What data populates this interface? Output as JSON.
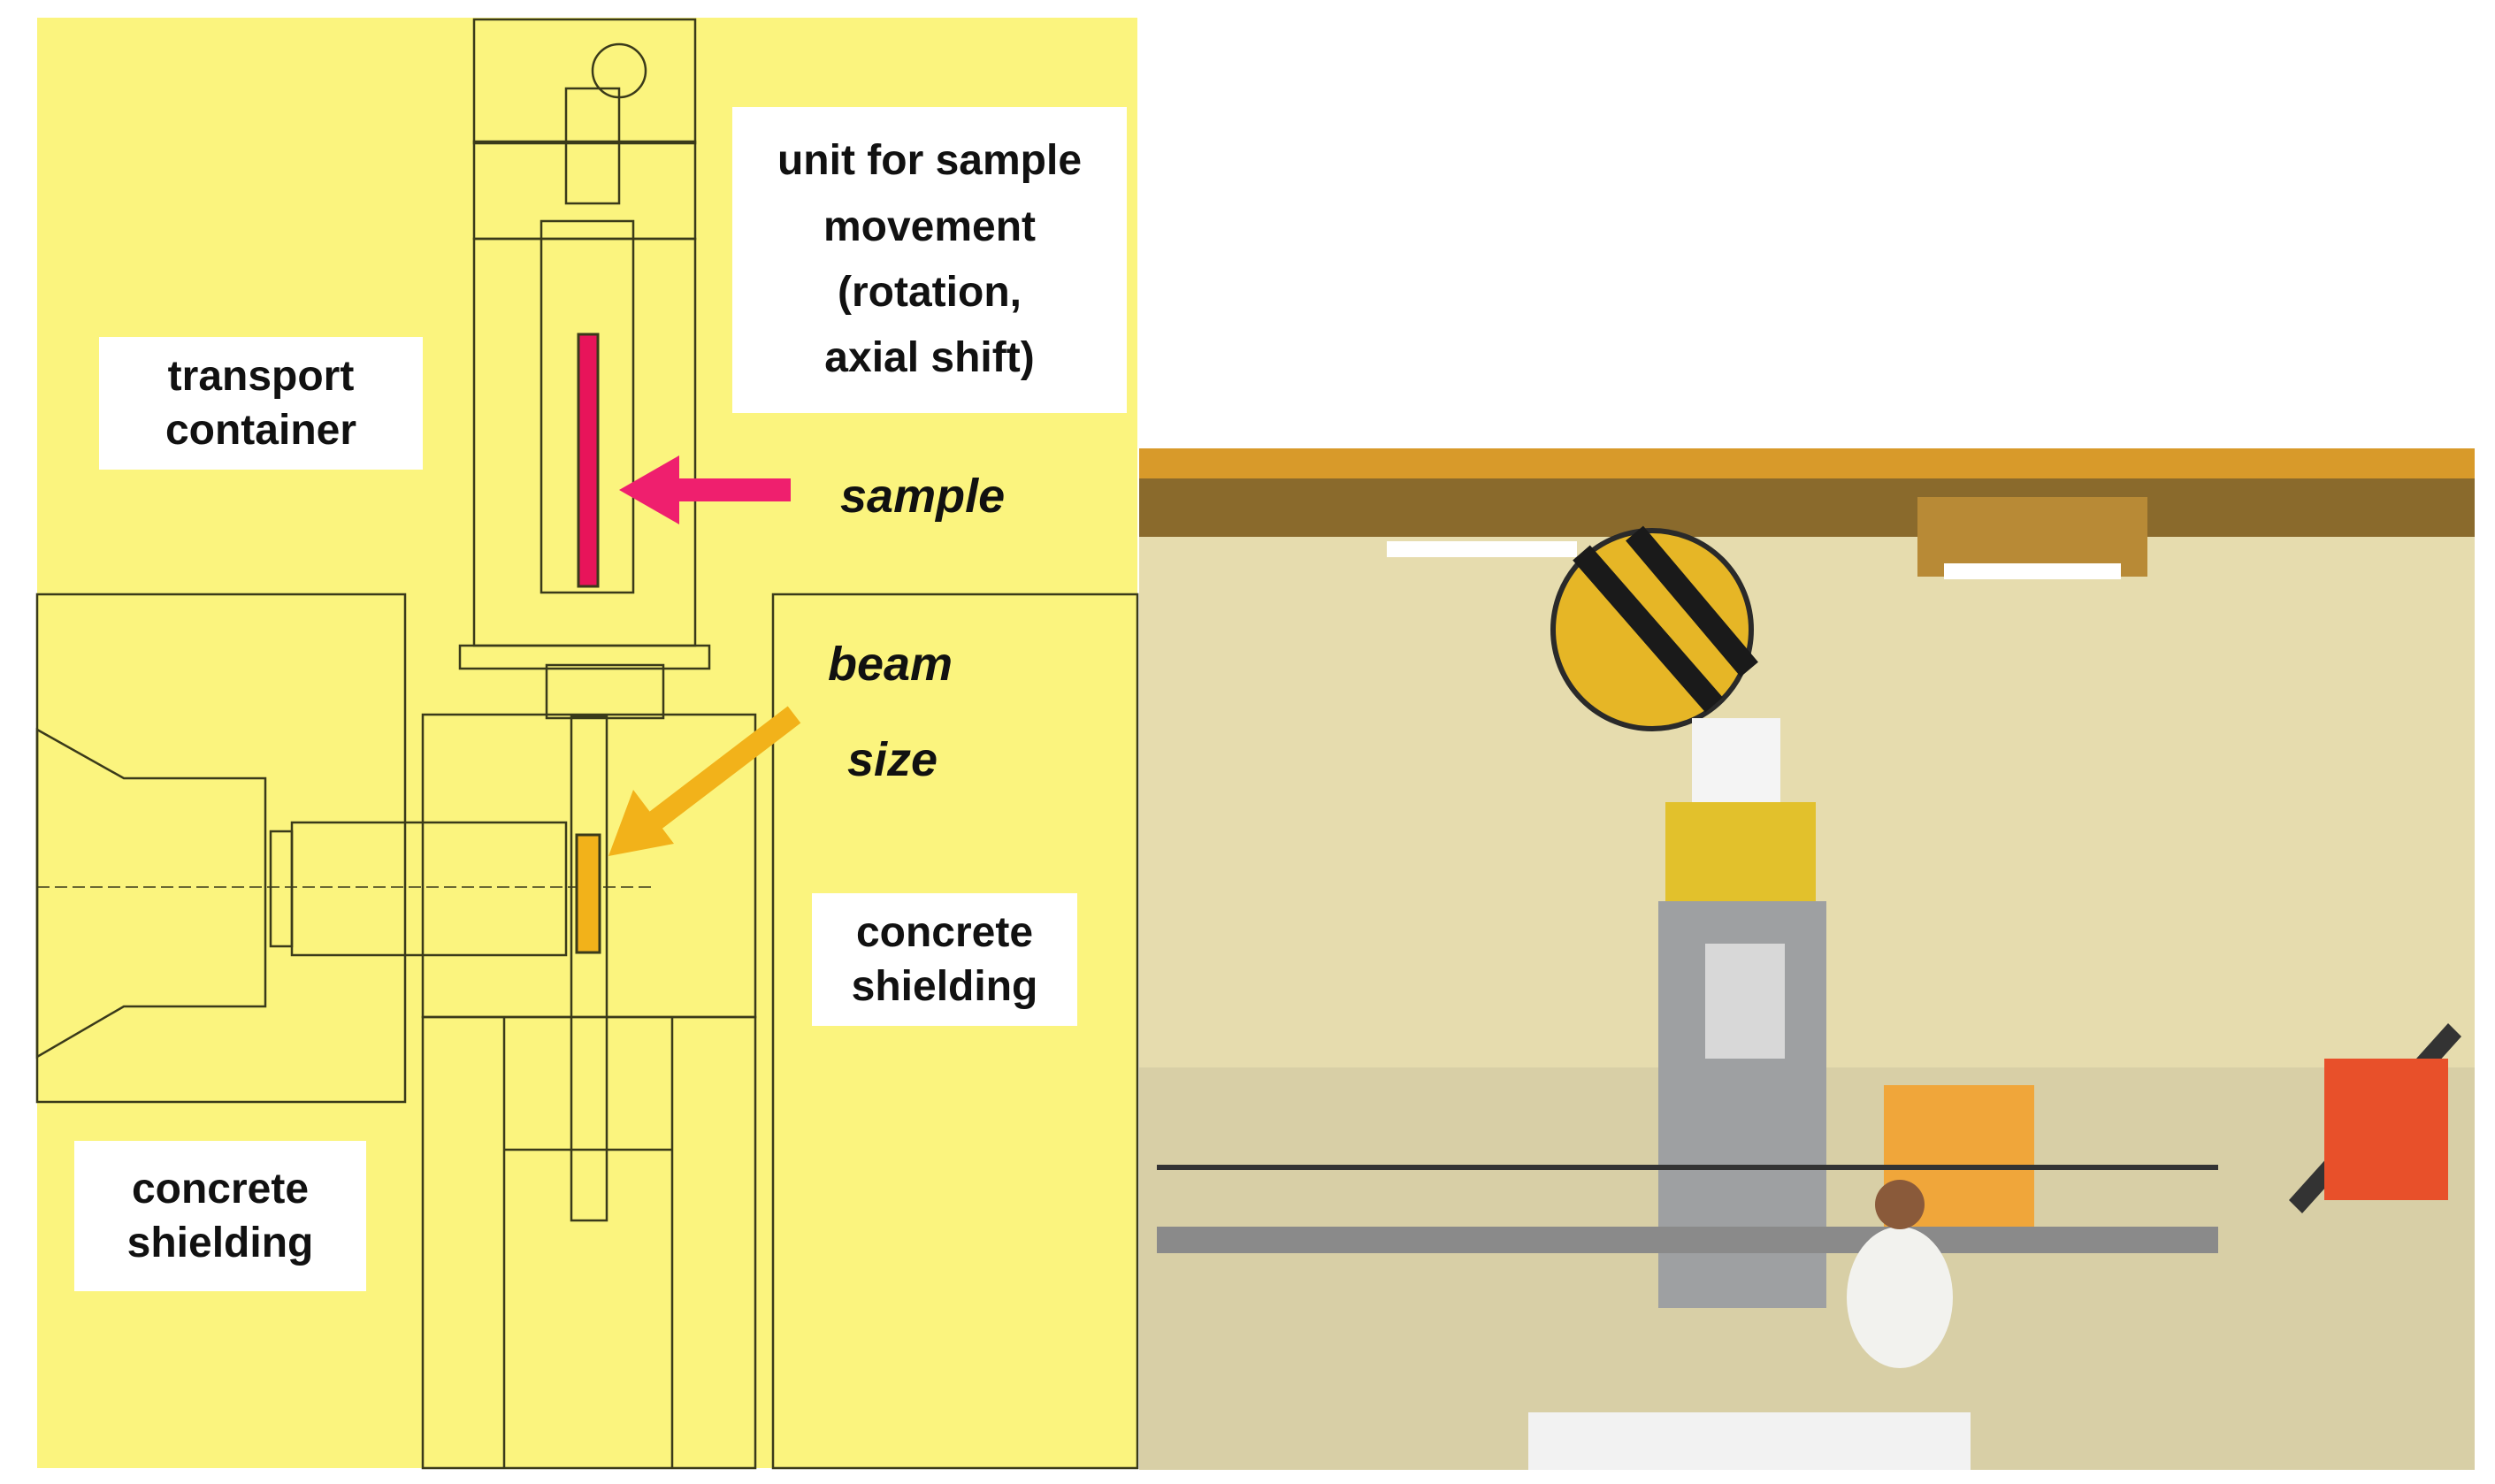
{
  "colors": {
    "panel_bg": "#fbf47e",
    "outline": "#3a3a1a",
    "sample_fill": "#e8145a",
    "sample_arrow": "#ef1f6e",
    "beam_fill": "#f2b21a",
    "beam_arrow": "#f2b21a",
    "label_bg": "#ffffff"
  },
  "labels": {
    "transport": [
      "transport",
      "container"
    ],
    "unit": [
      "unit for sample",
      "movement",
      "(rotation,",
      "axial shift)"
    ],
    "shield_left": [
      "concrete",
      "shielding"
    ],
    "shield_right": [
      "concrete",
      "shielding"
    ],
    "sample": "sample",
    "beam_1": "beam",
    "beam_2": "size"
  },
  "photo": {
    "description_icon": "facility-photo"
  }
}
